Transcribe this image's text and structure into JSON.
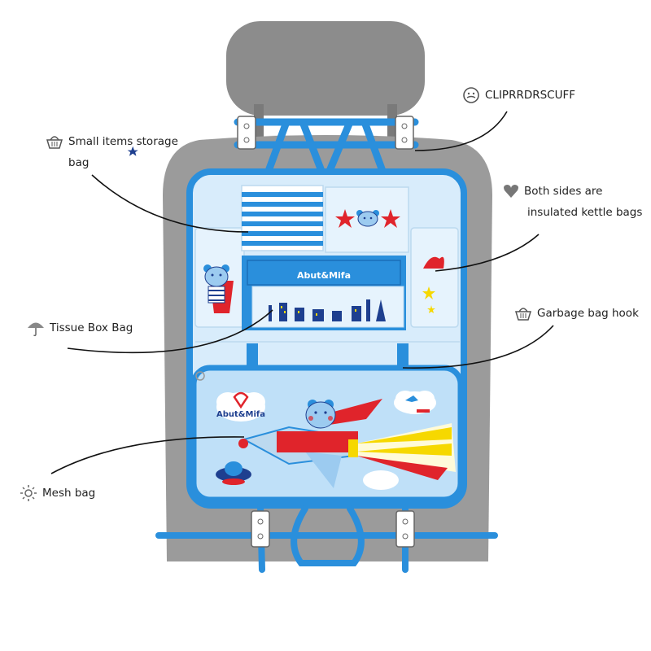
{
  "labels": {
    "clip": "CLIPRRDRSCUFF",
    "small_items_line1": "Small items storage",
    "small_items_line2": "bag",
    "kettle_line1": "Both sides are",
    "kettle_line2": "insulated kettle bags",
    "tissue": "Tissue Box Bag",
    "garbage": "Garbage bag hook",
    "mesh": "Mesh bag"
  },
  "brand": {
    "top_pocket": "Abut&Mifa",
    "cloud_logo": "Abut&Mifa"
  },
  "icons": {
    "clip": "smiley-face-icon",
    "small_items": "basket-icon",
    "kettle": "heart-icon",
    "tissue": "umbrella-icon",
    "garbage": "basket-icon",
    "mesh": "sun-icon"
  },
  "colors": {
    "organizer_blue": "#2a8fdc",
    "panel_fill": "#d8ecfb",
    "seat_gray": "#9b9b9b",
    "headrest_gray": "#8c8c8c",
    "accent_red": "#e0242b",
    "navy": "#1e3f8f",
    "yellow": "#f6d800"
  }
}
